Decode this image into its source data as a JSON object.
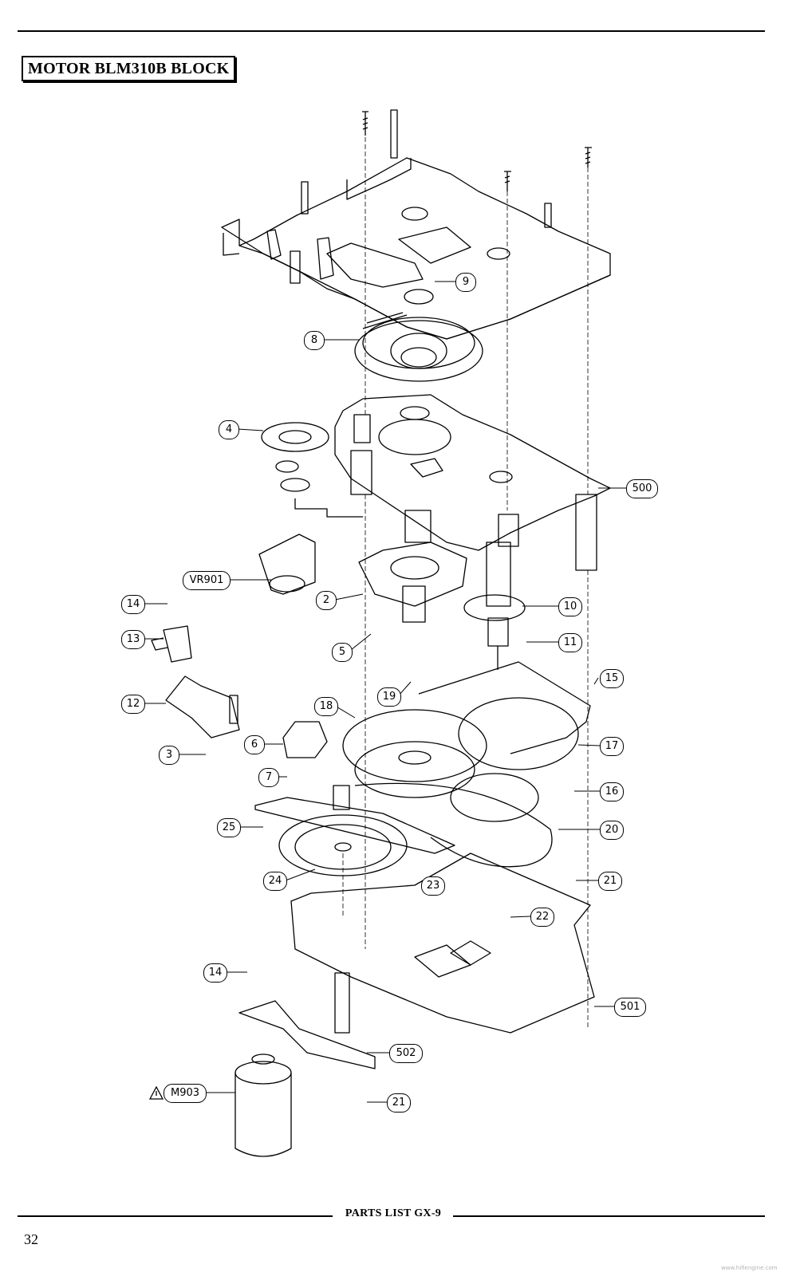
{
  "header": {
    "title": "MOTOR BLM310B BLOCK"
  },
  "footer": {
    "section": "PARTS LIST GX-9",
    "page_number": "32",
    "watermark": "www.hifiengine.com"
  },
  "callouts": {
    "c9": "9",
    "c8": "8",
    "c4": "4",
    "c500": "500",
    "cVR901": "VR901",
    "c2": "2",
    "c10": "10",
    "c14a": "14",
    "c13": "13",
    "c5": "5",
    "c11": "11",
    "c15": "15",
    "c19": "19",
    "c18": "18",
    "c12": "12",
    "c6": "6",
    "c3": "3",
    "c17": "17",
    "c7": "7",
    "c16": "16",
    "c25": "25",
    "c20": "20",
    "c24": "24",
    "c23": "23",
    "c21a": "21",
    "c22": "22",
    "c14b": "14",
    "c501": "501",
    "c502": "502",
    "cM903": "M903",
    "c21b": "21"
  },
  "warning_symbol": "warning-triangle"
}
